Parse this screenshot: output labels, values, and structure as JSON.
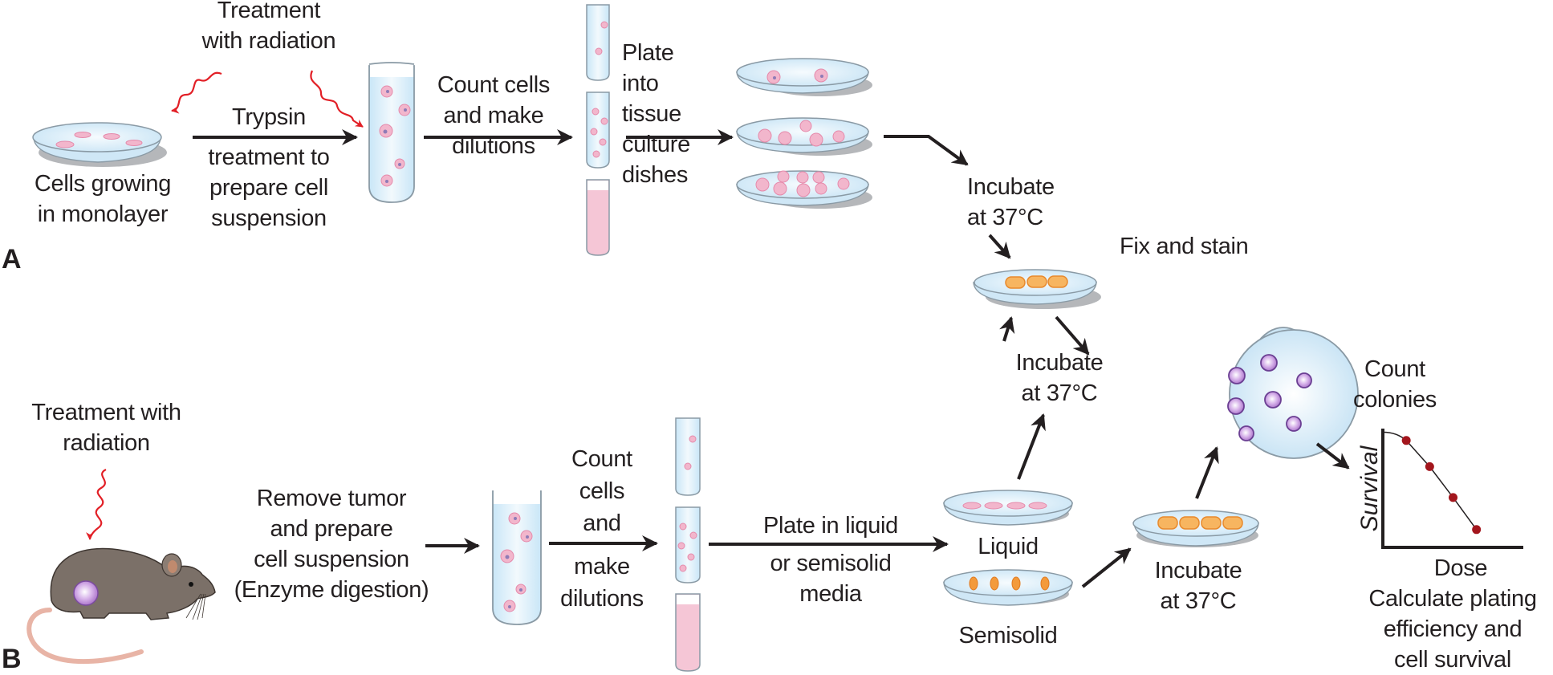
{
  "figure": {
    "panel_a_label": "A",
    "panel_b_label": "B",
    "colors": {
      "ink": "#231f20",
      "radiation": "#e21f26",
      "dish_fill": "#dbeef9",
      "cell_pink": "#f2b6cc",
      "colony_purple": "#b27fd0",
      "stained_orange": "#f39a3b",
      "survival_point": "#a3161d"
    }
  },
  "panel_a": {
    "radiation_label": [
      "Treatment",
      "with radiation"
    ],
    "start_label": [
      "Cells growing",
      "in monolayer"
    ],
    "trypsin_above": "Trypsin",
    "trypsin_below": [
      "treatment to",
      "prepare cell",
      "suspension"
    ],
    "count_label": [
      "Count cells",
      "and make",
      "dilutions"
    ],
    "plate_label": [
      "Plate",
      "into",
      "tissue",
      "culture",
      "dishes"
    ],
    "incubate_label": [
      "Incubate",
      "at 37°C"
    ],
    "fix_label": "Fix and stain"
  },
  "panel_b": {
    "radiation_label": [
      "Treatment with",
      "radiation"
    ],
    "remove_label": [
      "Remove tumor",
      "and prepare",
      "cell suspension",
      "(Enzyme digestion)"
    ],
    "count_label": [
      "Count",
      "cells",
      "and",
      "make",
      "dilutions"
    ],
    "plate_above": "Plate in liquid",
    "plate_below": [
      "or semisolid",
      "media"
    ],
    "liquid_label": "Liquid",
    "semisolid_label": "Semisolid",
    "incubate_liquid_label": [
      "Incubate",
      "at 37°C"
    ],
    "incubate_semisolid_label": [
      "Incubate",
      "at 37°C"
    ],
    "count_colonies_label": [
      "Count",
      "colonies"
    ],
    "result_label": [
      "Calculate plating",
      "efficiency and",
      "cell survival"
    ]
  },
  "chart_data": {
    "type": "line",
    "title": "",
    "xlabel": "Dose",
    "ylabel": "Survival",
    "x": [
      1,
      2,
      3,
      4
    ],
    "values": [
      0.9,
      0.68,
      0.42,
      0.15
    ],
    "shoulder_start": [
      0,
      0.97
    ],
    "xlim": [
      0,
      6
    ],
    "ylim": [
      0,
      1
    ],
    "grid": false,
    "legend": "none"
  }
}
